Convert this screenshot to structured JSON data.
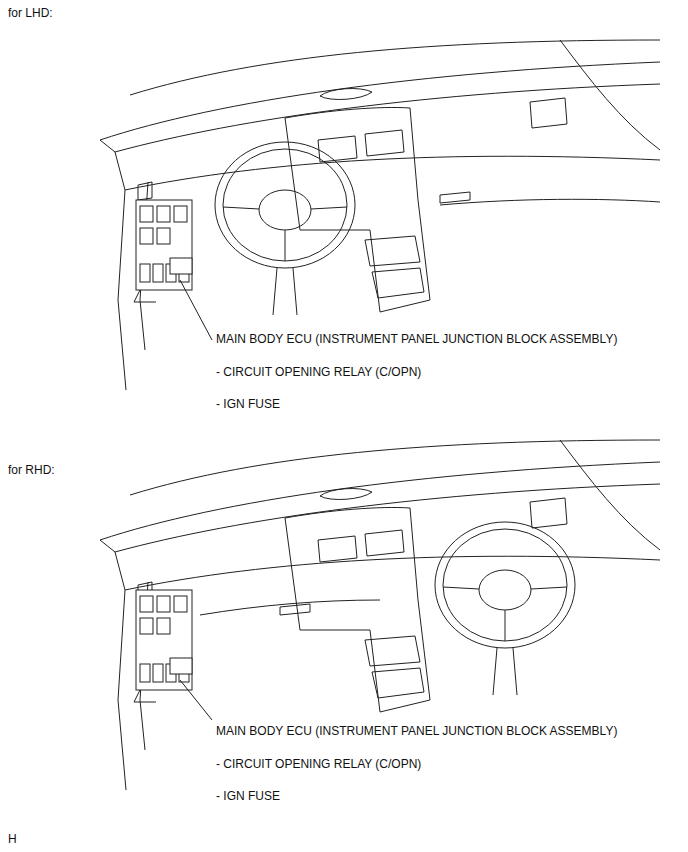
{
  "diagram": {
    "labels": [
      "for LHD:",
      "MAIN BODY ECU (INSTRUMENT PANEL JUNCTION BLOCK ASSEMBLY)",
      "- CIRCUIT OPENING RELAY (C/OPN)",
      "- IGN FUSE",
      "for RHD:",
      "MAIN BODY ECU (INSTRUMENT PANEL JUNCTION BLOCK ASSEMBLY)",
      "- CIRCUIT OPENING RELAY (C/OPN)",
      "- IGN FUSE",
      "H"
    ]
  }
}
